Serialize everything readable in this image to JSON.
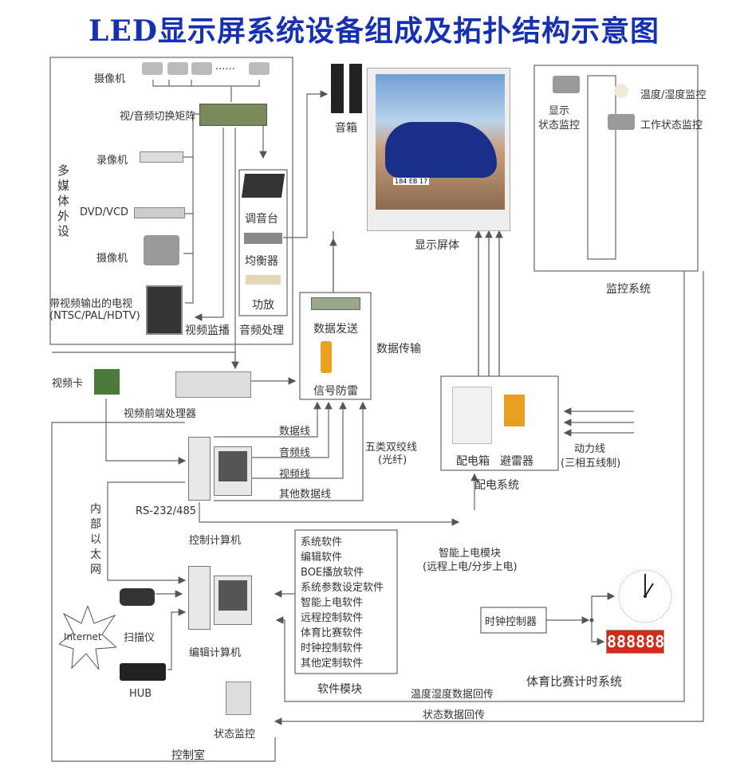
{
  "title": "LED显示屏系统设备组成及拓扑结构示意图",
  "multimedia": {
    "group_label": "多媒体外设",
    "camera_top": "摄像机",
    "matrix": "视/音频切换矩阵",
    "vcr": "录像机",
    "dvd": "DVD/VCD",
    "camcorder": "摄像机",
    "tv": "带视频输出的电视",
    "tv_formats": "(NTSC/PAL/HDTV)",
    "video_monitor": "视频监播",
    "audio_processing": "音频处理",
    "mixer": "调音台",
    "equalizer": "均衡器",
    "amplifier": "功放",
    "dots": "······"
  },
  "speakers": "音箱",
  "screen": {
    "label": "显示屏体",
    "plate": "184 EB 17"
  },
  "monitoring": {
    "display_status_1": "显示",
    "display_status_2": "状态监控",
    "temp_humidity": "温度/湿度监控",
    "work_status": "工作状态监控",
    "label": "监控系统"
  },
  "transmission": {
    "data_send": "数据发送",
    "lightning": "信号防雷",
    "label": "数据传输"
  },
  "video_card": "视频卡",
  "video_processor": "视频前端处理器",
  "power": {
    "box": "配电箱",
    "arrester": "避雷器",
    "label": "配电系统",
    "power_line": "动力线",
    "power_line_note": "(三相五线制)"
  },
  "lines": {
    "data": "数据线",
    "audio": "音频线",
    "video": "视频线",
    "other": "其他数据线",
    "cat5": "五类双绞线",
    "fiber": "(光纤)"
  },
  "control": {
    "rs232": "RS-232/485",
    "control_pc": "控制计算机",
    "ethernet": "内部以太网",
    "edit_pc": "编辑计算机",
    "scanner": "扫描仪",
    "internet": "Internet",
    "hub": "HUB",
    "status_monitor": "状态监控",
    "room": "控制室"
  },
  "software": {
    "items": [
      "系统软件",
      "编辑软件",
      "BOE播放软件",
      "系统参数设定软件",
      "智能上电软件",
      "远程控制软件",
      "体育比赛软件",
      "时钟控制软件",
      "其他定制软件"
    ],
    "label": "软件模块"
  },
  "smart_power": {
    "label": "智能上电模块",
    "note": "(远程上电/分步上电)"
  },
  "timing": {
    "controller": "时钟控制器",
    "display": "888888",
    "label": "体育比赛计时系统"
  },
  "feedback": {
    "temp": "温度湿度数据回传",
    "status": "状态数据回传"
  }
}
